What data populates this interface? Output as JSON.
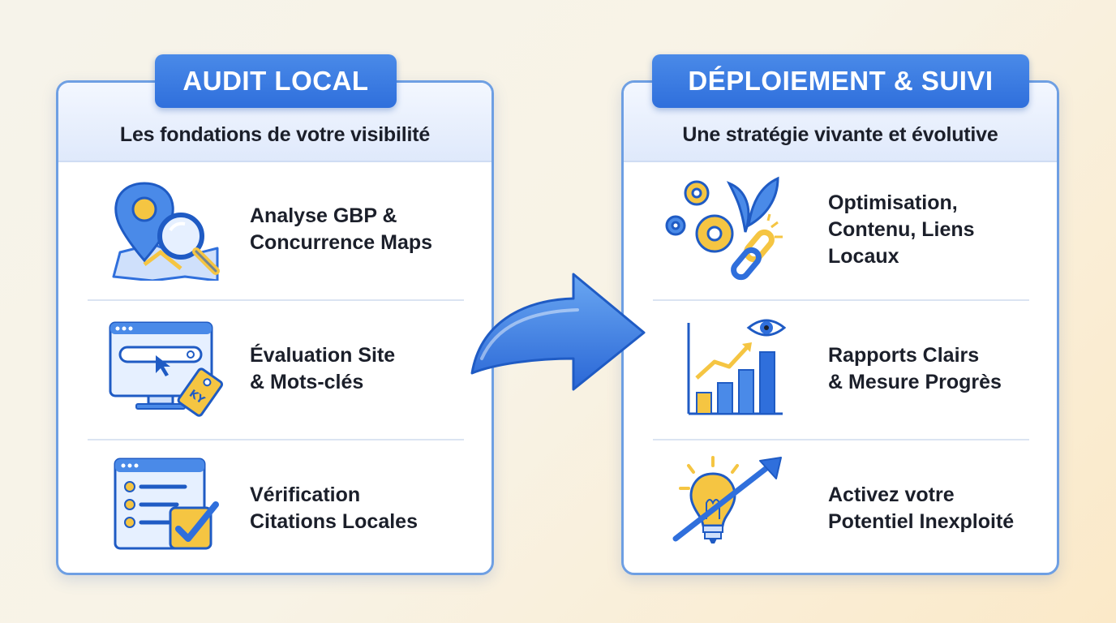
{
  "left_panel": {
    "badge": "AUDIT LOCAL",
    "subtitle": "Les fondations de votre visibilité",
    "items": [
      {
        "label": "Analyse GBP &\nConcurrence Maps",
        "icon": "map-pin-magnifier-icon"
      },
      {
        "label": "Évaluation Site\n& Mots-clés",
        "icon": "monitor-search-tag-icon"
      },
      {
        "label": "Vérification\nCitations Locales",
        "icon": "checklist-checkbox-icon"
      }
    ]
  },
  "right_panel": {
    "badge": "DÉPLOIEMENT & SUIVI",
    "subtitle": "Une stratégie vivante et évolutive",
    "items": [
      {
        "label": "Optimisation,\nContenu, Liens\nLocaux",
        "icon": "gears-leaves-chain-icon"
      },
      {
        "label": "Rapports Clairs\n& Mesure Progrès",
        "icon": "bar-chart-eye-icon"
      },
      {
        "label": "Activez votre\nPotentiel Inexploité",
        "icon": "lightbulb-arrow-icon"
      }
    ]
  },
  "colors": {
    "primary_blue": "#2f6fdc",
    "accent_yellow": "#f5c542",
    "border_blue": "#6e9fe3",
    "text_dark": "#1b1f2a"
  }
}
